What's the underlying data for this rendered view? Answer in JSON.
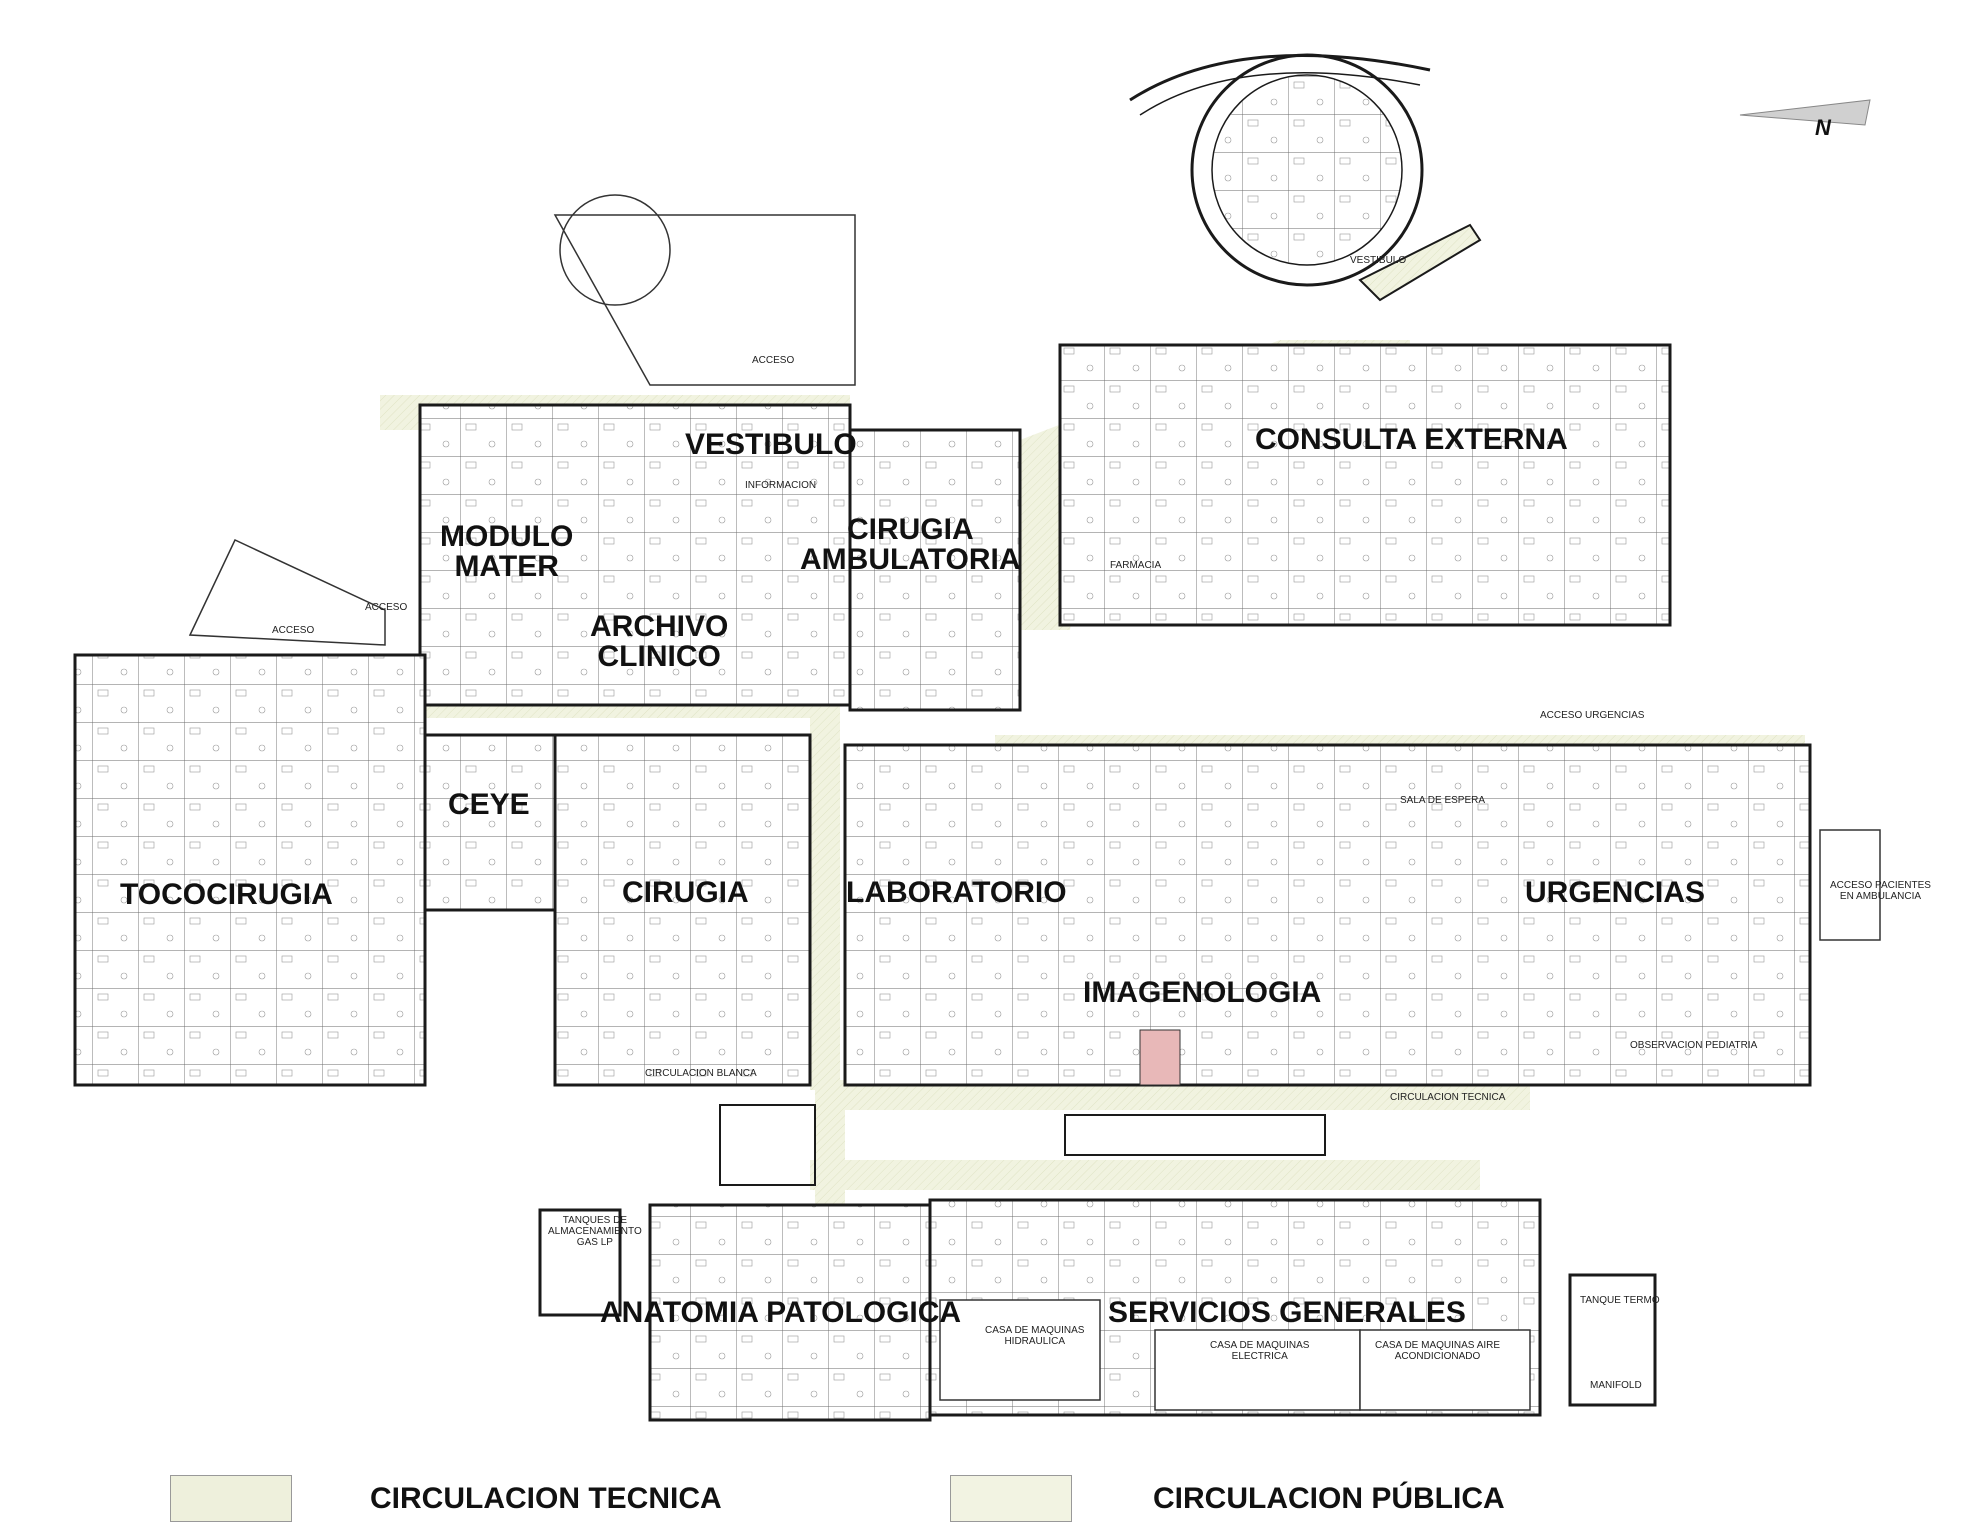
{
  "zones": {
    "vestibulo": "VESTIBULO",
    "consulta_externa": "CONSULTA EXTERNA",
    "modulo_mater": "MODULO\nMATER",
    "cirugia_ambulatoria": "CIRUGIA\nAMBULATORIA",
    "archivo_clinico": "ARCHIVO\nCLINICO",
    "ceye": "CEYE",
    "tococirugia": "TOCOCIRUGIA",
    "cirugia": "CIRUGIA",
    "laboratorio": "LABORATORIO",
    "urgencias": "URGENCIAS",
    "imagenologia": "IMAGENOLOGIA",
    "anatomia_patologica": "ANATOMIA PATOLOGICA",
    "servicios_generales": "SERVICIOS GENERALES"
  },
  "access": {
    "acceso_top": "ACCESO",
    "acceso_left": "ACCESO",
    "acceso_left2": "ACCESO",
    "acceso_urgencias": "ACCESO URGENCIAS",
    "acceso_ambulancia": "ACCESO PACIENTES\nEN AMBULANCIA"
  },
  "minor_labels": {
    "farmacia": "FARMACIA",
    "vestibulo_small": "VESTIBULO",
    "informacion": "INFORMACION",
    "tanques": "TANQUES DE\nALMACENAMIENTO\nGAS LP",
    "tanque_termo": "TANQUE TERMO",
    "circulacion_tecnica_small": "CIRCULACION TECNICA",
    "circulacion_blanca": "CIRCULACION BLANCA",
    "casa_maquinas_electrica": "CASA DE MAQUINAS\nELECTRICA",
    "casa_maquinas_aire": "CASA DE MAQUINAS AIRE\nACONDICIONADO",
    "casa_maquinas_hidraulica": "CASA DE MAQUINAS\nHIDRAULICA",
    "sala_espera": "SALA DE ESPERA",
    "observacion_pediatria": "OBSERVACION PEDIATRIA",
    "manifold": "MANIFOLD"
  },
  "north_label": "N",
  "legend": {
    "tecnica": "CIRCULACION TECNICA",
    "publica": "CIRCULACION PÚBLICA"
  },
  "colors": {
    "wall": "#1a1a1a",
    "circulation_fill": "#eef0dc",
    "tecnica_swatch": "#eef0dc",
    "publica_swatch": "#f2f3e2",
    "room_line": "#555555",
    "electrical_room": "#e8b8b8"
  }
}
